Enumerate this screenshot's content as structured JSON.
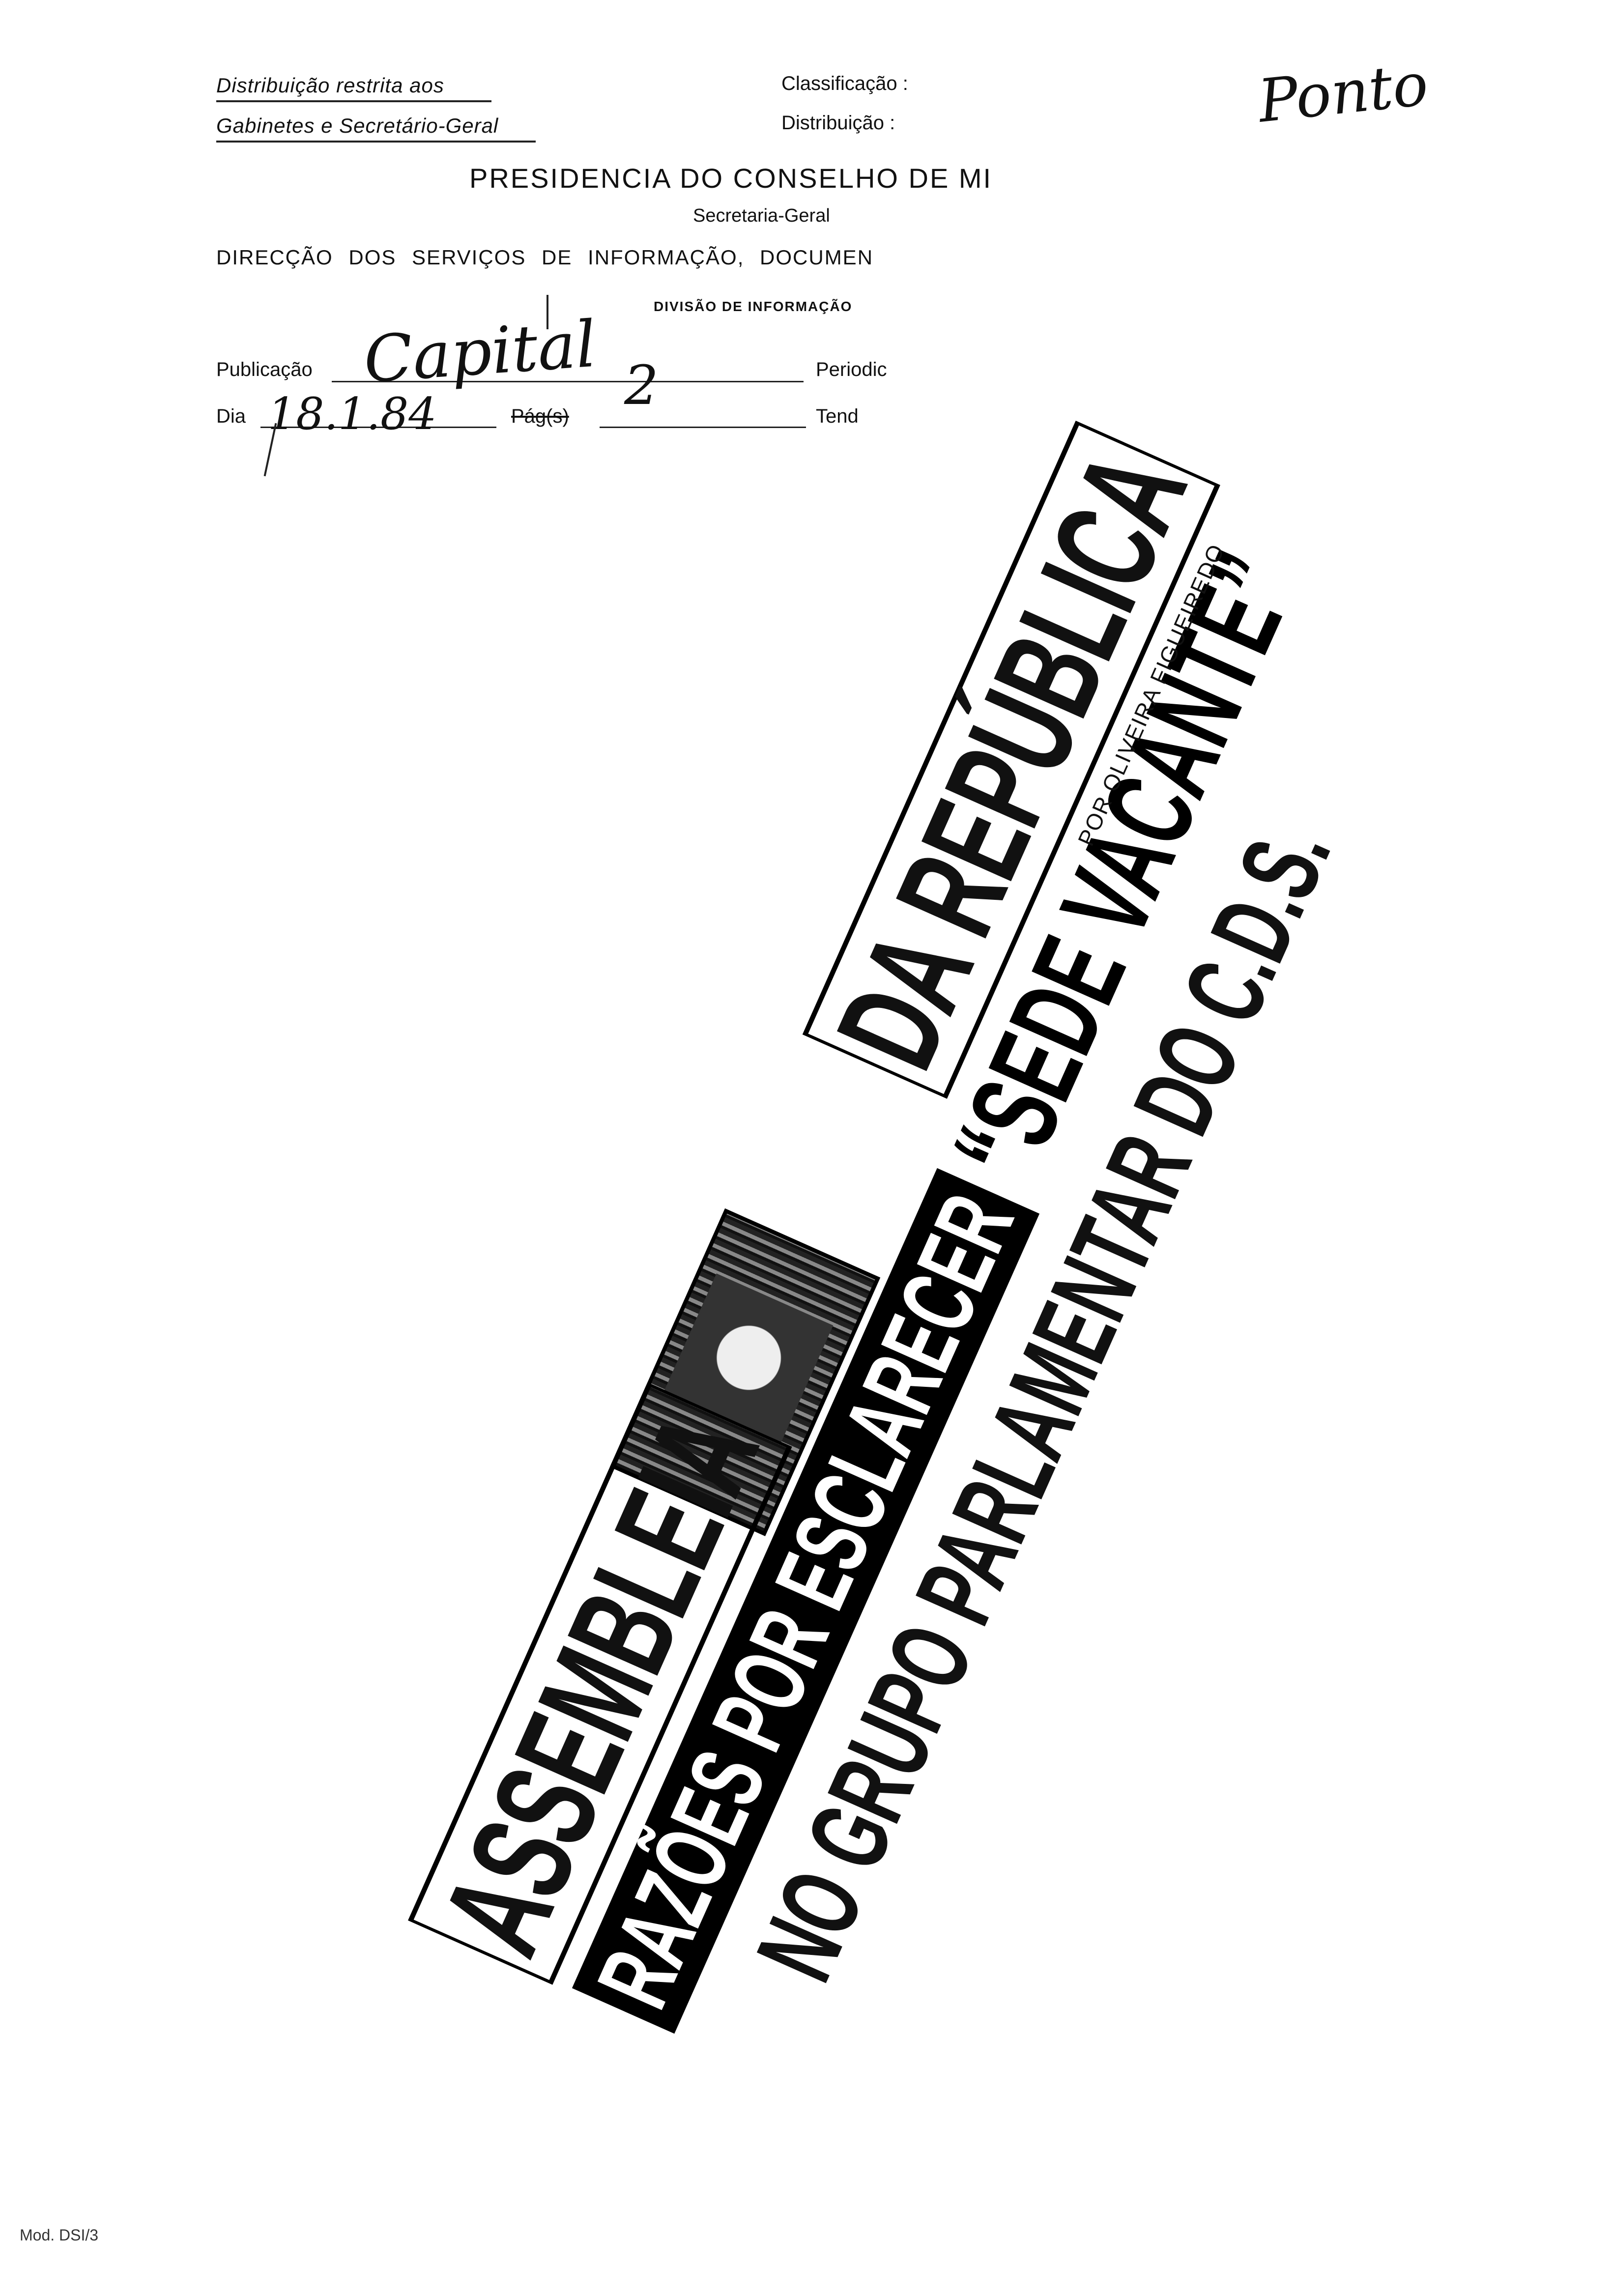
{
  "header": {
    "restricted_line1": "Distribuição restrita aos",
    "restricted_line2": "Gabinetes e Secretário-Geral",
    "classificacao_label": "Classificação :",
    "distribuicao_label": "Distribuição :",
    "ministry": "PRESIDENCIA DO CONSELHO DE MI",
    "secretaria": "Secretaria-Geral",
    "department": "DIRECÇÃO DOS SERVIÇOS DE INFORMAÇÃO, DOCUMEN",
    "division": "DIVISÃO DE INFORMAÇÃO"
  },
  "form": {
    "publicacao_label": "Publicação",
    "publicacao_value": "Capital",
    "periodicidade_label": "Periodic",
    "dia_label": "Dia",
    "dia_value": "18.1.84",
    "pag_label": "Pág(s)",
    "pag_value": "2",
    "tendencia_label": "Tend"
  },
  "annotation": {
    "top_right": "Ponto"
  },
  "clipping": {
    "headline_1a": "ASSEMBLEIA",
    "headline_1b": "DA REPÚBLICA",
    "headline_2": "RAZÕES POR ESCLARECER",
    "headline_2_quote": "“SEDE VACANTE”",
    "headline_3": "NO GRUPO PARLAMENTAR DO C.D.S.",
    "byline": "POR OLIVEIRA FIGUEIREDO"
  },
  "footer": {
    "form_code": "Mod. DSI/3"
  }
}
